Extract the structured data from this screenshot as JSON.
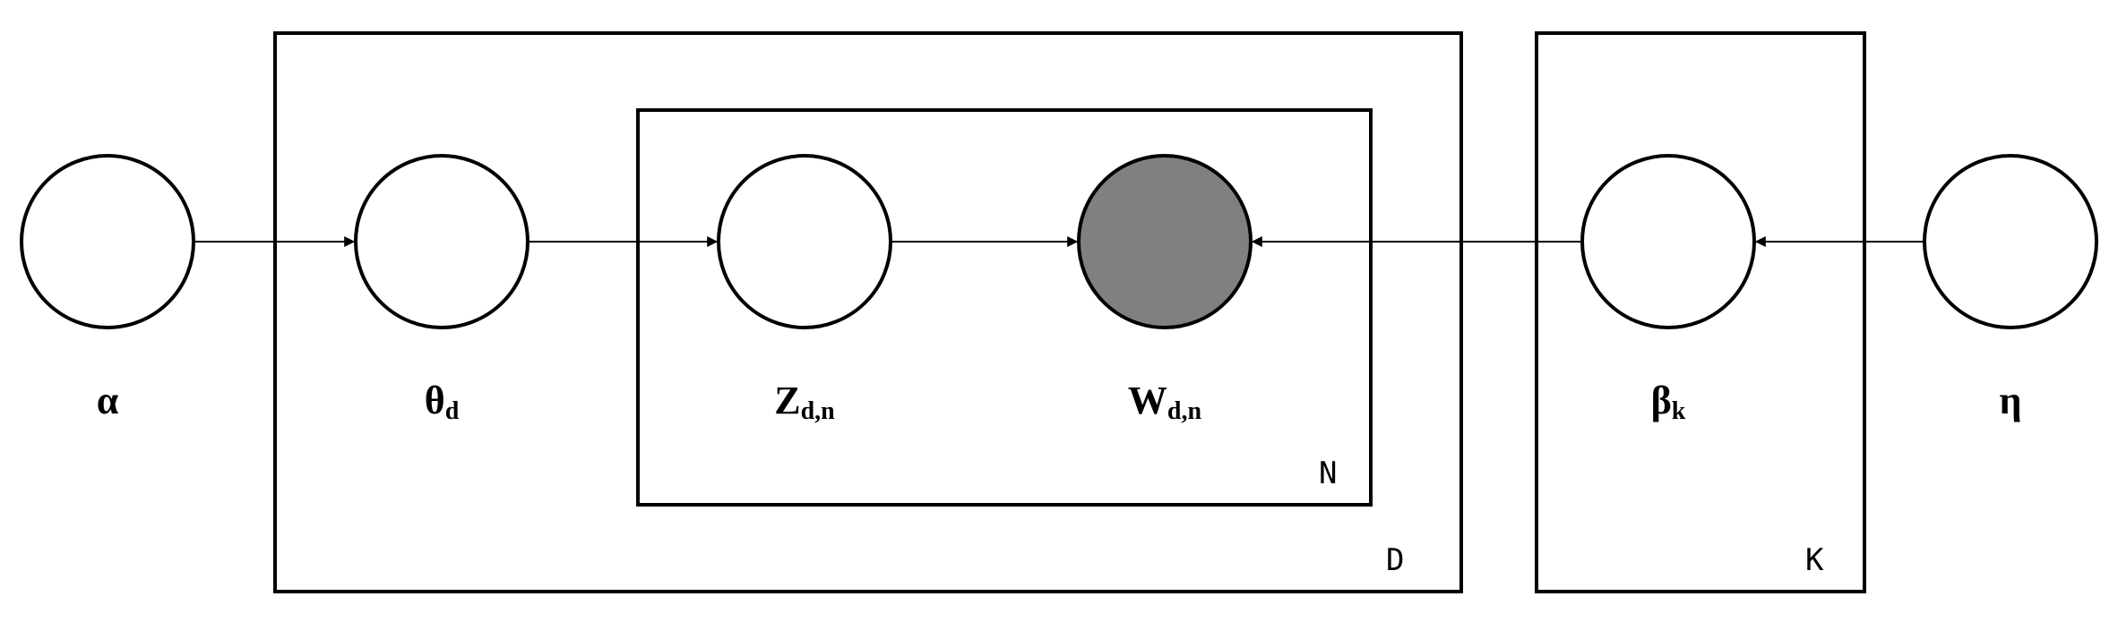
{
  "nodes": [
    {
      "id": "alpha",
      "symbol": "α",
      "subscript": "",
      "observed": false
    },
    {
      "id": "theta",
      "symbol": "θ",
      "subscript": "d",
      "observed": false
    },
    {
      "id": "z",
      "symbol": "Z",
      "subscript": "d,n",
      "observed": false
    },
    {
      "id": "w",
      "symbol": "W",
      "subscript": "d,n",
      "observed": true
    },
    {
      "id": "beta",
      "symbol": "β",
      "subscript": "k",
      "observed": false
    },
    {
      "id": "eta",
      "symbol": "η",
      "subscript": "",
      "observed": false
    }
  ],
  "edges": [
    {
      "from": "alpha",
      "to": "theta"
    },
    {
      "from": "theta",
      "to": "z"
    },
    {
      "from": "z",
      "to": "w"
    },
    {
      "from": "beta",
      "to": "w"
    },
    {
      "from": "eta",
      "to": "beta"
    }
  ],
  "plates": [
    {
      "id": "D",
      "label": "D"
    },
    {
      "id": "N",
      "label": "N"
    },
    {
      "id": "K",
      "label": "K"
    }
  ],
  "colors": {
    "observed_fill": "#808080",
    "latent_fill": "#ffffff",
    "stroke": "#000000"
  }
}
